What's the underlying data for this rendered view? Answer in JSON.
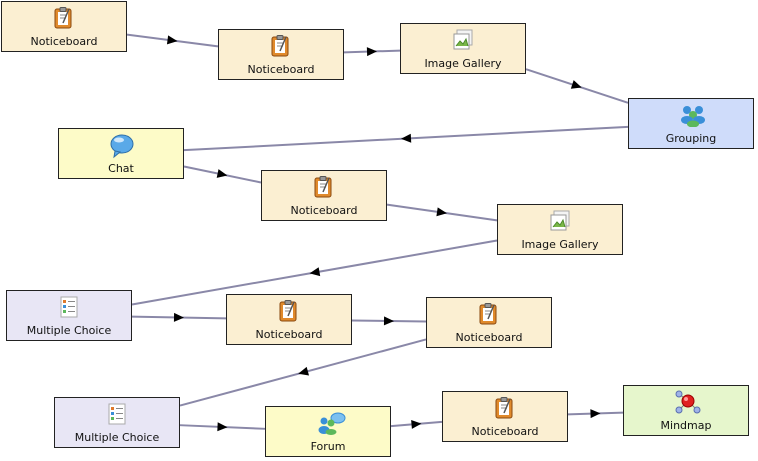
{
  "diagram": {
    "nodes": [
      {
        "id": "n1",
        "type": "notice",
        "label": "Noticeboard",
        "icon": "clipboard-icon"
      },
      {
        "id": "n2",
        "type": "notice",
        "label": "Noticeboard",
        "icon": "clipboard-icon"
      },
      {
        "id": "n3",
        "type": "gallery",
        "label": "Image Gallery",
        "icon": "image-gallery-icon"
      },
      {
        "id": "n4",
        "type": "group",
        "label": "Grouping",
        "icon": "group-people-icon"
      },
      {
        "id": "n5",
        "type": "chat",
        "label": "Chat",
        "icon": "chat-bubble-icon"
      },
      {
        "id": "n6",
        "type": "notice",
        "label": "Noticeboard",
        "icon": "clipboard-icon"
      },
      {
        "id": "n7",
        "type": "gallery",
        "label": "Image Gallery",
        "icon": "image-gallery-icon"
      },
      {
        "id": "n8",
        "type": "mc",
        "label": "Multiple Choice",
        "icon": "checklist-icon"
      },
      {
        "id": "n9",
        "type": "notice",
        "label": "Noticeboard",
        "icon": "clipboard-icon"
      },
      {
        "id": "n10",
        "type": "notice",
        "label": "Noticeboard",
        "icon": "clipboard-icon"
      },
      {
        "id": "n11",
        "type": "mc",
        "label": "Multiple Choice",
        "icon": "checklist-icon"
      },
      {
        "id": "n12",
        "type": "forum",
        "label": "Forum",
        "icon": "forum-icon"
      },
      {
        "id": "n13",
        "type": "notice",
        "label": "Noticeboard",
        "icon": "clipboard-icon"
      },
      {
        "id": "n14",
        "type": "mind",
        "label": "Mindmap",
        "icon": "mindmap-icon"
      }
    ],
    "edges": [
      {
        "from": "n1",
        "to": "n2"
      },
      {
        "from": "n2",
        "to": "n3"
      },
      {
        "from": "n3",
        "to": "n4"
      },
      {
        "from": "n4",
        "to": "n5"
      },
      {
        "from": "n5",
        "to": "n6"
      },
      {
        "from": "n6",
        "to": "n7"
      },
      {
        "from": "n7",
        "to": "n8"
      },
      {
        "from": "n8",
        "to": "n9"
      },
      {
        "from": "n9",
        "to": "n10"
      },
      {
        "from": "n10",
        "to": "n11"
      },
      {
        "from": "n11",
        "to": "n12"
      },
      {
        "from": "n12",
        "to": "n13"
      },
      {
        "from": "n13",
        "to": "n14"
      }
    ],
    "colors": {
      "edge": "#8a88a8",
      "arrow": "#000000",
      "notice": "#fbefd2",
      "group": "#cfdcfa",
      "chat": "#fdfbc8",
      "mc": "#e8e6f5",
      "mind": "#e6f6cc"
    }
  }
}
